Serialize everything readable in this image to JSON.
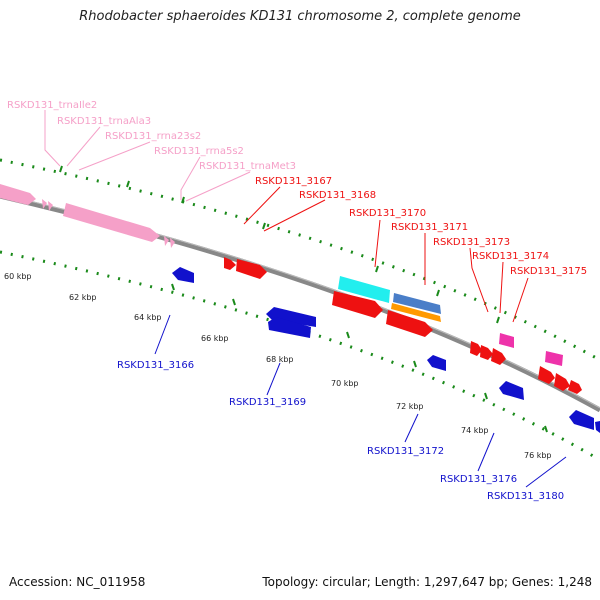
{
  "title": "Rhodobacter sphaeroides KD131 chromosome 2, complete genome",
  "footer": {
    "accession": "Accession: NC_011958",
    "topology": "Topology: circular; Length: 1,297,647 bp; Genes: 1,248"
  },
  "colors": {
    "rna": "#f5a0c8",
    "forward": "#ee1111",
    "reverse": "#1111cc",
    "cyan": "#22eeee",
    "steel": "#4a7ec8",
    "orange": "#ff9900",
    "magenta": "#ee33aa",
    "tick": "#1a8a1a",
    "backbone": "#888888"
  },
  "ticks": [
    "60 kbp",
    "62 kbp",
    "64 kbp",
    "66 kbp",
    "68 kbp",
    "70 kbp",
    "72 kbp",
    "74 kbp",
    "76 kbp"
  ],
  "rna_labels": [
    "RSKD131_trnaIle2",
    "RSKD131_trnaAla3",
    "RSKD131_rrna23s2",
    "RSKD131_rrna5s2",
    "RSKD131_trnaMet3"
  ],
  "forward_labels": [
    "RSKD131_3167",
    "RSKD131_3168",
    "RSKD131_3170",
    "RSKD131_3171",
    "RSKD131_3173",
    "RSKD131_3174",
    "RSKD131_3175"
  ],
  "reverse_labels": [
    "RSKD131_3166",
    "RSKD131_3169",
    "RSKD131_3172",
    "RSKD131_3176",
    "RSKD131_3180"
  ]
}
